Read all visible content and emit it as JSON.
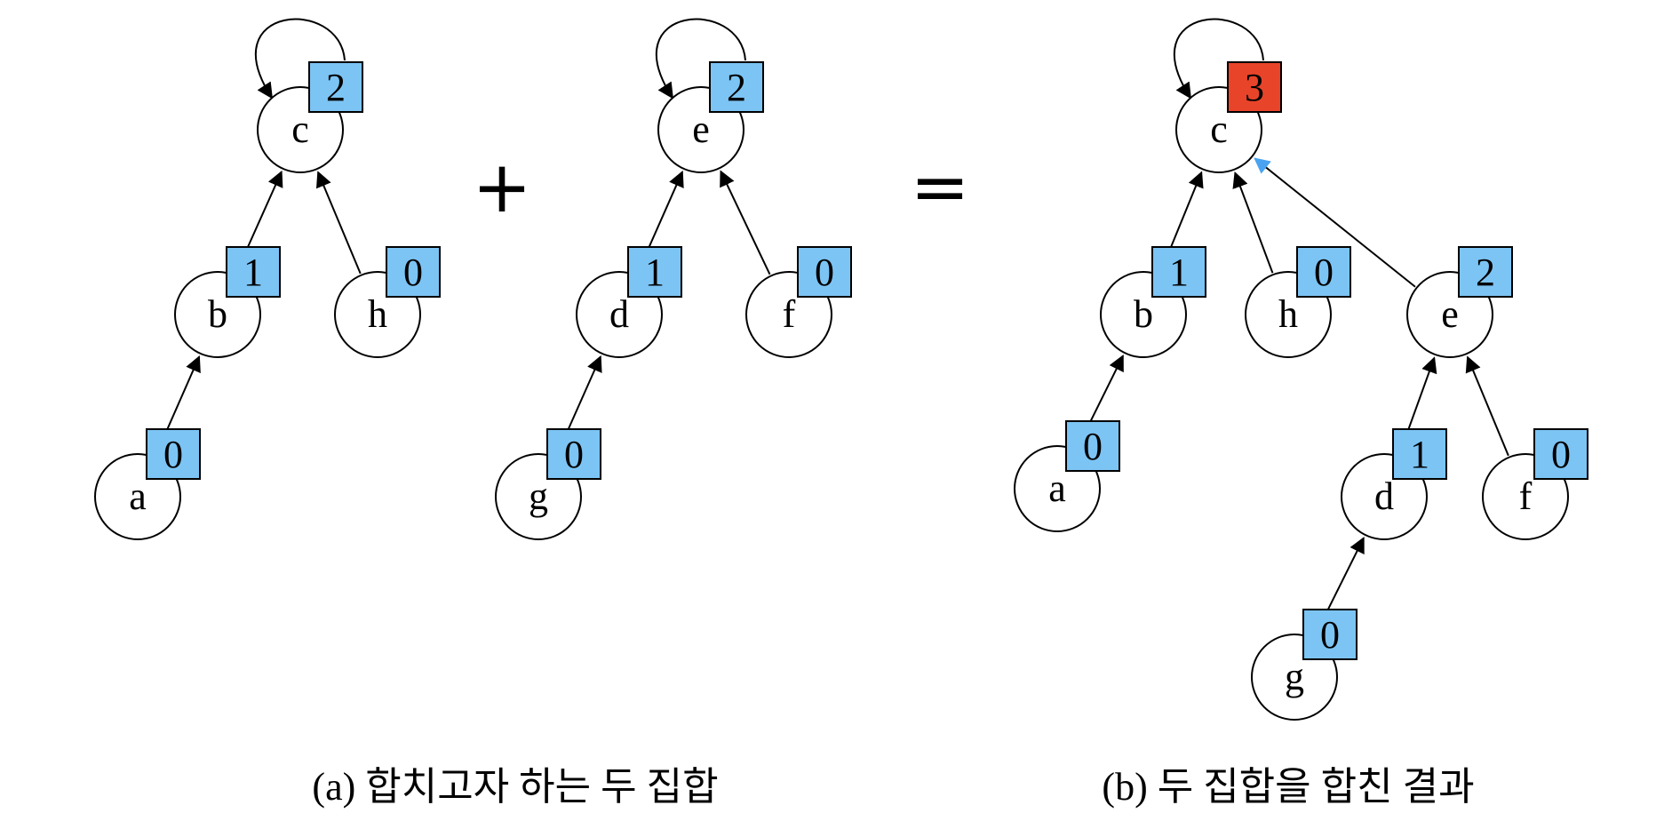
{
  "colors": {
    "rank_fill": "#7cc4f4",
    "rank_fill_highlight": "#e8442a",
    "edge": "#000000",
    "union_edge": "#4aa3f0"
  },
  "operators": {
    "plus": "+",
    "equals": "="
  },
  "captions": {
    "a": "(a) 합치고자 하는 두 집합",
    "b": "(b) 두 집합을 합친 결과"
  },
  "panels": [
    {
      "id": "left",
      "nodes": [
        {
          "id": "c",
          "label": "c",
          "rank": "2"
        },
        {
          "id": "b",
          "label": "b",
          "rank": "1"
        },
        {
          "id": "h",
          "label": "h",
          "rank": "0"
        },
        {
          "id": "a",
          "label": "a",
          "rank": "0"
        }
      ]
    },
    {
      "id": "middle",
      "nodes": [
        {
          "id": "e",
          "label": "e",
          "rank": "2"
        },
        {
          "id": "d",
          "label": "d",
          "rank": "1"
        },
        {
          "id": "f",
          "label": "f",
          "rank": "0"
        },
        {
          "id": "g",
          "label": "g",
          "rank": "0"
        }
      ]
    },
    {
      "id": "right",
      "nodes": [
        {
          "id": "c",
          "label": "c",
          "rank": "3",
          "highlight": true
        },
        {
          "id": "b",
          "label": "b",
          "rank": "1"
        },
        {
          "id": "h",
          "label": "h",
          "rank": "0"
        },
        {
          "id": "a",
          "label": "a",
          "rank": "0"
        },
        {
          "id": "e",
          "label": "e",
          "rank": "2"
        },
        {
          "id": "d",
          "label": "d",
          "rank": "1"
        },
        {
          "id": "f",
          "label": "f",
          "rank": "0"
        },
        {
          "id": "g",
          "label": "g",
          "rank": "0"
        }
      ]
    }
  ]
}
